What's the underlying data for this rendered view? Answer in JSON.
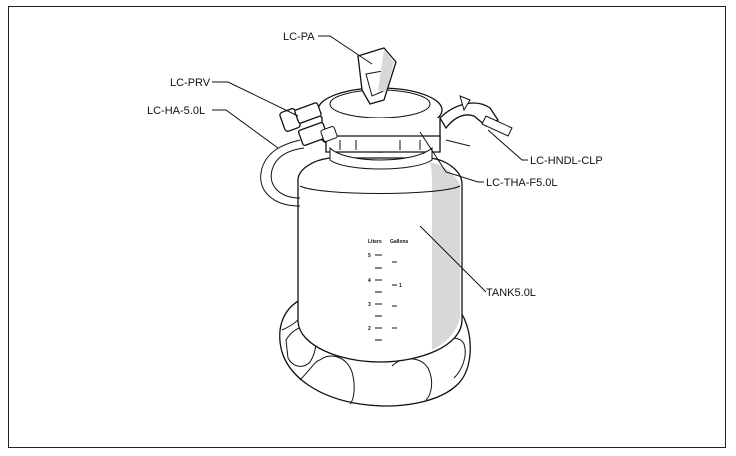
{
  "callouts": {
    "pa": "LC-PA",
    "prv": "LC-PRV",
    "ha": "LC-HA-5.0L",
    "hndl": "LC-HNDL-CLP",
    "tha": "LC-THA-F5.0L",
    "tank": "TANK5.0L"
  },
  "scale": {
    "liters_header": "Liters",
    "gallons_header": "Gallons",
    "liter_marks": [
      "5",
      "4",
      "3",
      "2"
    ],
    "gallon_marks": [
      "1"
    ]
  }
}
